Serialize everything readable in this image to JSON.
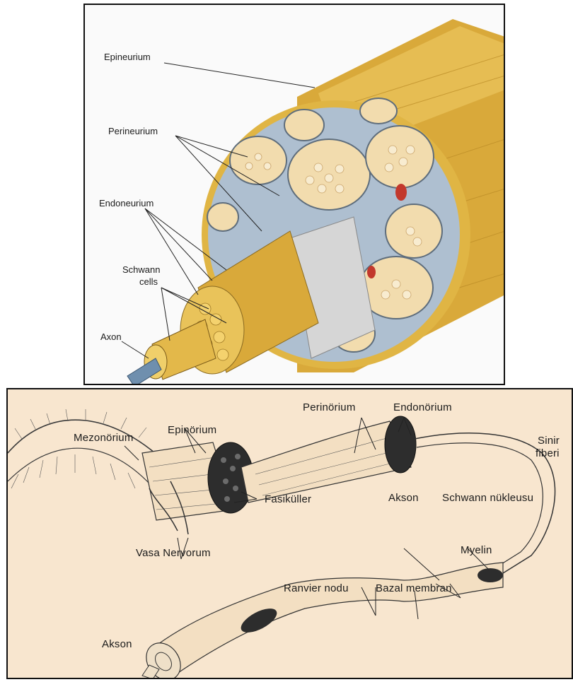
{
  "top_diagram": {
    "labels": {
      "epineurium": "Epineurium",
      "perineurium": "Perineurium",
      "endoneurium": "Endoneurium",
      "schwann_cells_line1": "Schwann",
      "schwann_cells_line2": "cells",
      "axon": "Axon"
    }
  },
  "bottom_diagram": {
    "labels": {
      "perinorium": "Perinörium",
      "endonorium": "Endonörium",
      "mezonorium": "Mezonörium",
      "epinorium": "Epinörium",
      "sinir_fiberi_line1": "Sinir",
      "sinir_fiberi_line2": "fiberi",
      "fasikuller": "Fasiküller",
      "akson_upper": "Akson",
      "schwann_nukleusu": "Schwann nükleusu",
      "vasa_nervorum": "Vasa Nervorum",
      "myelin": "Myelin",
      "ranvier_nodu": "Ranvier nodu",
      "bazal_membran": "Bazal membran",
      "akson_lower": "Akson"
    }
  },
  "colors": {
    "nerve_yellow": "#e2b642",
    "sheath_blue": "#a9bdd0",
    "fascicle_cream": "#f3dcb0",
    "vessel_red": "#c2382c",
    "bottom_background": "#f8e6cf"
  }
}
